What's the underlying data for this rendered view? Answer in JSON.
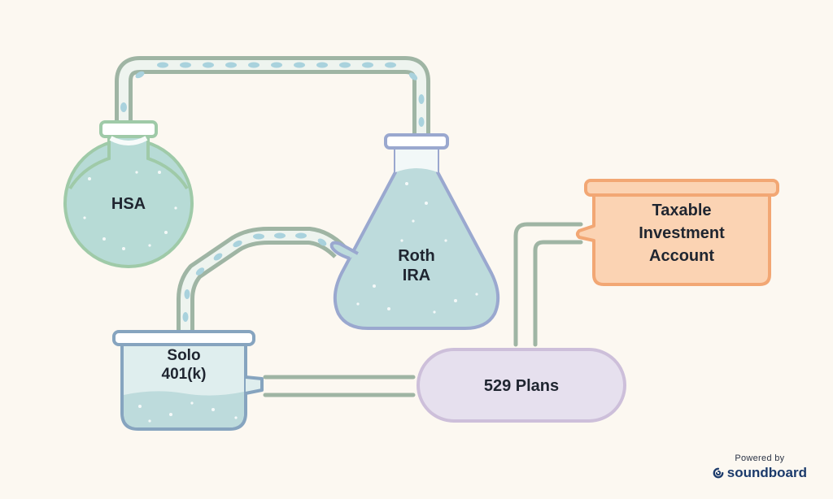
{
  "nodes": {
    "hsa": {
      "label": "HSA",
      "color": "#b7dbd6",
      "outline": "#9fcaa8"
    },
    "roth": {
      "line1": "Roth",
      "line2": "IRA",
      "color": "#bddbdc",
      "outline": "#9aa8cf"
    },
    "solo": {
      "line1": "Solo",
      "line2": "401(k)",
      "color": "#bddbdc",
      "outline": "#86a4bf"
    },
    "plans529": {
      "label": "529 Plans",
      "color": "#e6e0ee",
      "outline": "#cdbfda"
    },
    "taxable": {
      "line1": "Taxable",
      "line2": "Investment",
      "line3": "Account",
      "color": "#fbd3b3",
      "outline": "#f2a774"
    }
  },
  "pipe_color": "#9fb5a4",
  "drop_color": "#a9d2dd",
  "footer": {
    "powered_by": "Powered by",
    "brand": "soundboard",
    "brand_icon": "soundboard-logo-icon"
  }
}
